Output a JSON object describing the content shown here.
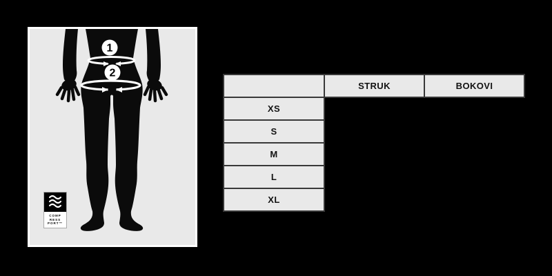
{
  "page": {
    "background": "#000000"
  },
  "panel": {
    "markers": [
      {
        "id": "waist",
        "label": "1"
      },
      {
        "id": "hips",
        "label": "2"
      }
    ],
    "logo": {
      "lines": [
        "COMP",
        "RESS",
        "PORT™"
      ]
    },
    "colors": {
      "panel_bg": "#e9e9e9",
      "panel_border": "#ffffff",
      "silhouette": "#0b0b0b",
      "marker_bg": "#ffffff",
      "marker_text": "#000000",
      "arrow": "#ffffff"
    }
  },
  "table": {
    "headers": [
      "",
      "STRUK",
      "BOKOVI"
    ],
    "rows": [
      {
        "size": "XS",
        "struk": "",
        "bokovi": ""
      },
      {
        "size": "S",
        "struk": "",
        "bokovi": ""
      },
      {
        "size": "M",
        "struk": "",
        "bokovi": ""
      },
      {
        "size": "L",
        "struk": "",
        "bokovi": ""
      },
      {
        "size": "XL",
        "struk": "",
        "bokovi": ""
      }
    ],
    "colors": {
      "cell_bg": "#e9e9e9",
      "border": "#383838",
      "text": "#121212",
      "hidden_cell_bg": "#000000"
    }
  }
}
